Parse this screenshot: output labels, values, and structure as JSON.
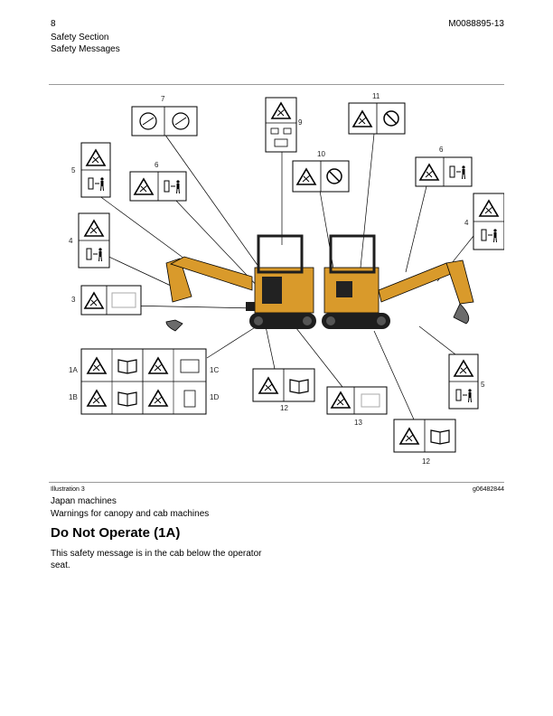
{
  "header": {
    "page_number": "8",
    "doc_id": "M0088895-13",
    "section": "Safety Section",
    "subsection": "Safety Messages"
  },
  "figure": {
    "labels": {
      "l7": "7",
      "l9": "9",
      "l11": "11",
      "l10": "10",
      "l6a": "6",
      "l6b": "6",
      "l5a": "5",
      "l4a": "4",
      "l3": "3",
      "l4b": "4",
      "l1a": "1A",
      "l1b": "1B",
      "l1c": "1C",
      "l1d": "1D",
      "l12a": "12",
      "l13": "13",
      "l5b": "5",
      "l12b": "12"
    }
  },
  "caption": {
    "illustration": "Illustration 3",
    "figure_id": "g06482844",
    "line1": "Japan machines",
    "line2": "Warnings for canopy and cab machines"
  },
  "heading": "Do Not Operate (1A)",
  "paragraph": "This safety message is in the cab below the operator seat.",
  "colors": {
    "machine_yellow": "#d99a2b",
    "track_black": "#1e1e1e",
    "rule_gray": "#9a9a9a"
  }
}
